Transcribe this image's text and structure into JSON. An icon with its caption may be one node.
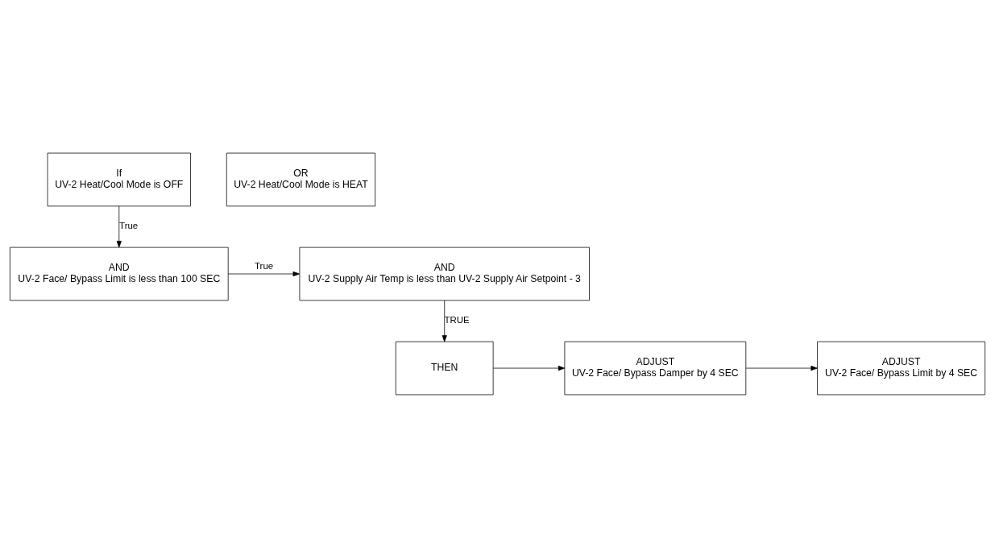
{
  "diagram": {
    "nodes": [
      {
        "text": [
          "If",
          "UV-2 Heat/Cool Mode is OFF"
        ]
      },
      {
        "text": [
          "OR",
          "UV-2 Heat/Cool Mode is HEAT"
        ]
      },
      {
        "text": [
          "AND",
          "UV-2 Face/ Bypass Limit is less than 100 SEC"
        ]
      },
      {
        "text": [
          "AND",
          "UV-2 Supply Air Temp is less than UV-2 Supply Air Setpoint - 3"
        ]
      },
      {
        "text": [
          "THEN"
        ]
      },
      {
        "text": [
          "ADJUST",
          "UV-2 Face/ Bypass Damper by 4 SEC"
        ]
      },
      {
        "text": [
          "ADJUST",
          "UV-2 Face/ Bypass Limit by 4 SEC"
        ]
      }
    ],
    "edges": [
      {
        "from": 0,
        "to": 2,
        "arrow": "to",
        "label": "True"
      },
      {
        "from": 2,
        "to": 3,
        "arrow": "to",
        "label": "True"
      },
      {
        "from": 3,
        "to": 4,
        "arrow": "to",
        "label": "TRUE"
      },
      {
        "from": 4,
        "to": 5,
        "arrow": "to"
      },
      {
        "from": 5,
        "to": 6,
        "arrow": "to"
      }
    ]
  }
}
